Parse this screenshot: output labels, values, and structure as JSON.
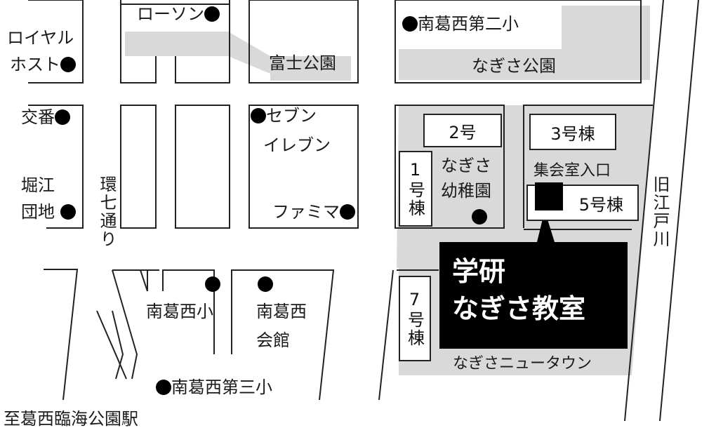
{
  "map": {
    "title": "学研 なぎさ教室",
    "highlight": {
      "line1": "学研",
      "line2": "なぎさ教室",
      "bg": "#000000",
      "fg": "#ffffff"
    },
    "colors": {
      "park_fill": "#d9d9d9",
      "road_line": "#222222",
      "marker": "#000000"
    },
    "landmarks": {
      "lawson": "ローソン",
      "royal_host_1": "ロイヤル",
      "royal_host_2": "ホスト",
      "koban": "交番",
      "horie_1": "堀江",
      "horie_2": "団地",
      "fuji_park": "富士公園",
      "seven_1": "セブン",
      "seven_2": "イレブン",
      "famima": "ファミマ",
      "minamikasai_2nd": "南葛西第二小",
      "nagisa_park": "なぎさ公園",
      "nagisa_kinder_1": "なぎさ",
      "nagisa_kinder_2": "幼稚園",
      "meeting_entrance": "集会室入口",
      "minamikasai_elem": "南葛西小",
      "minamikasai_hall_1": "南葛西",
      "minamikasai_hall_2": "会館",
      "minamikasai_3rd": "南葛西第三小",
      "nagisa_newtown": "なぎさニュータウン"
    },
    "buildings": {
      "b1": "1号棟",
      "b2": "2号",
      "b3": "3号棟",
      "b5": "5号棟",
      "b7": "7号棟"
    },
    "roads": {
      "kan7": "環七通り",
      "kyu_edogawa": "旧江戸川",
      "to_station": "至葛西臨海公園駅"
    }
  }
}
